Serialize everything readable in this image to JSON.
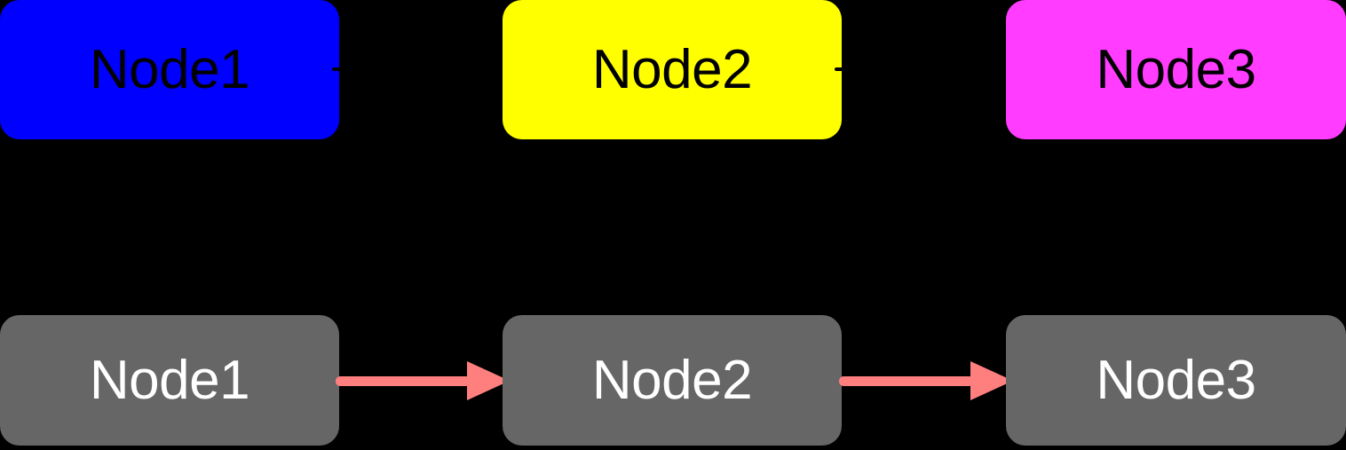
{
  "diagram": {
    "type": "flowchart",
    "background_color": "#000000",
    "orientation": "left-to-right",
    "rows": [
      {
        "name": "top-row",
        "theme": "colored",
        "nodes": [
          {
            "id": "node-top-1",
            "label": "Node1",
            "fill": "#0000FF",
            "text_color": "#000000"
          },
          {
            "id": "node-top-2",
            "label": "Node2",
            "fill": "#FFFF00",
            "text_color": "#000000"
          },
          {
            "id": "node-top-3",
            "label": "Node3",
            "fill": "#FF3CFF",
            "text_color": "#000000"
          }
        ],
        "edges": [
          {
            "id": "conn-top-a",
            "from": "Node1",
            "to": "Node2",
            "color": "#000000",
            "arrowhead": "triangle"
          },
          {
            "id": "conn-top-b",
            "from": "Node2",
            "to": "Node3",
            "color": "#000000",
            "arrowhead": "triangle"
          }
        ]
      },
      {
        "name": "bottom-row",
        "theme": "grey",
        "nodes": [
          {
            "id": "node-bot-1",
            "label": "Node1",
            "fill": "#666666",
            "text_color": "#FFFFFF"
          },
          {
            "id": "node-bot-2",
            "label": "Node2",
            "fill": "#666666",
            "text_color": "#FFFFFF"
          },
          {
            "id": "node-bot-3",
            "label": "Node3",
            "fill": "#666666",
            "text_color": "#FFFFFF"
          }
        ],
        "edges": [
          {
            "id": "conn-bot-a",
            "from": "Node1",
            "to": "Node2",
            "color": "#FF7F7F",
            "arrowhead": "triangle"
          },
          {
            "id": "conn-bot-b",
            "from": "Node2",
            "to": "Node3",
            "color": "#FF7F7F",
            "arrowhead": "triangle"
          }
        ]
      }
    ]
  }
}
